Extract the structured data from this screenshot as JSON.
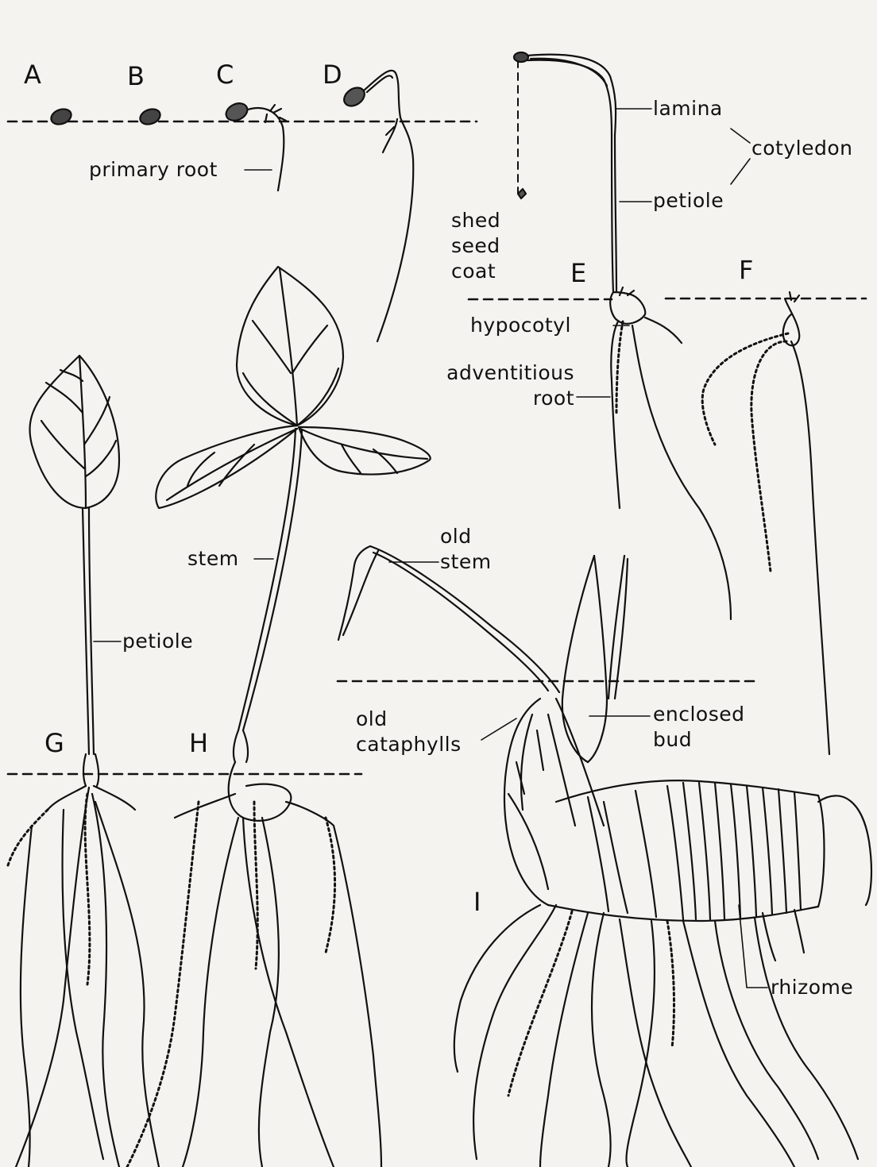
{
  "panels": {
    "A": "A",
    "B": "B",
    "C": "C",
    "D": "D",
    "E": "E",
    "F": "F",
    "G": "G",
    "H": "H",
    "I": "I"
  },
  "labels": {
    "primary_root": "primary root",
    "lamina": "lamina",
    "cotyledon": "cotyledon",
    "petiole_cotyledon": "petiole",
    "shed_seed_coat": [
      "shed",
      "seed",
      "coat"
    ],
    "hypocotyl": "hypocotyl",
    "adventitious_root": [
      "adventitious",
      "root"
    ],
    "stem": "stem",
    "petiole_leaf": "petiole",
    "old_stem": [
      "old",
      "stem"
    ],
    "old_cataphylls": [
      "old",
      "cataphylls"
    ],
    "enclosed_bud": [
      "enclosed",
      "bud"
    ],
    "rhizome": "rhizome"
  },
  "colors": {
    "ink": "#111111",
    "paper": "#f4f3ef"
  }
}
